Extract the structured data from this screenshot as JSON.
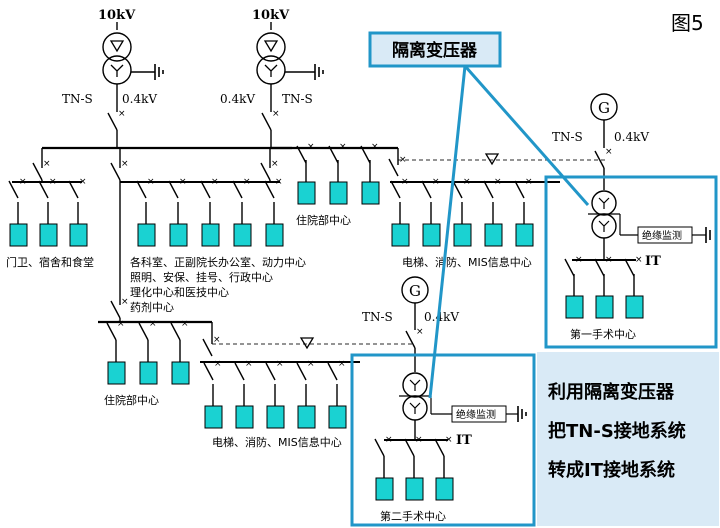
{
  "figure_label": "图5",
  "callout": "隔离变压器",
  "note_lines": [
    "利用隔离变压器",
    "把TN-S接地系统",
    "转成IT接地系统"
  ],
  "transformers": [
    {
      "hv": "10kV",
      "system": "TN-S",
      "lv": "0.4kV"
    },
    {
      "hv": "10kV",
      "system": "TN-S",
      "lv": "0.4kV"
    }
  ],
  "generators": [
    {
      "symbol": "G",
      "system": "TN-S",
      "lv": "0.4kV"
    },
    {
      "symbol": "G",
      "system": "TN-S",
      "lv": "0.4kV"
    }
  ],
  "loads": {
    "gate_dorm": "门卫、宿舍和食堂",
    "depts": [
      "各科室、正副院长办公室、动力中心",
      "照明、安保、挂号、行政中心",
      "理化中心和医技中心",
      "药剂中心"
    ],
    "inpatient_top": "住院部中心",
    "elevator_top": "电梯、消防、MIS信息中心",
    "inpatient_bottom": "住院部中心",
    "elevator_bottom": "电梯、消防、MIS信息中心",
    "or1": "第一手术中心",
    "or2": "第二手术中心"
  },
  "monitor_label": "绝缘监测",
  "it_label": "IT",
  "colors": {
    "load_fill": "#1ad2d2",
    "frame": "#2196c8",
    "note_bg": "#d9eaf6",
    "callout_bg": "#d9eaf6"
  }
}
